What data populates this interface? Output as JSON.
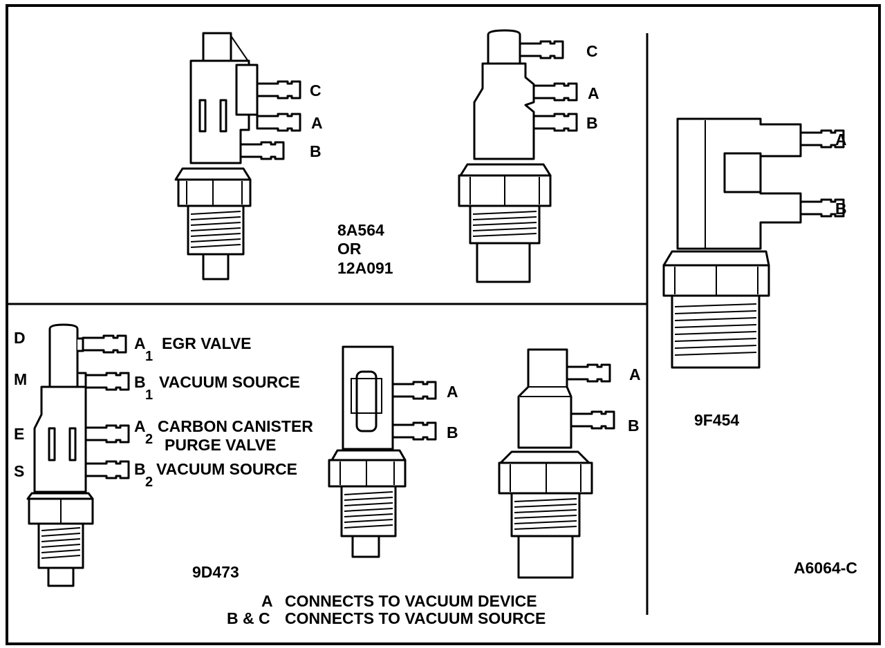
{
  "valve_top_left": {
    "ports": [
      "C",
      "A",
      "B"
    ]
  },
  "valve_top_middle": {
    "ports": [
      "C",
      "A",
      "B"
    ]
  },
  "top_part_numbers": [
    "8A564",
    "OR",
    "12A091"
  ],
  "valve_right": {
    "ports": [
      "A",
      "B"
    ],
    "part_number": "9F454"
  },
  "valve_bottom_left": {
    "side_letters": [
      "D",
      "M",
      "E",
      "S"
    ],
    "ports": [
      {
        "letter": "A",
        "sub": "1",
        "desc": "EGR VALVE"
      },
      {
        "letter": "B",
        "sub": "1",
        "desc": "VACUUM SOURCE"
      },
      {
        "letter": "A",
        "sub": "2",
        "desc": "CARBON CANISTER",
        "desc2": "PURGE VALVE"
      },
      {
        "letter": "B",
        "sub": "2",
        "desc": "VACUUM SOURCE"
      }
    ],
    "part_number": "9D473"
  },
  "valve_bottom_middle": {
    "ports": [
      "A",
      "B"
    ]
  },
  "valve_bottom_right": {
    "ports": [
      "A",
      "B"
    ]
  },
  "legend": {
    "line1_key": "A",
    "line1_text": "CONNECTS TO VACUUM DEVICE",
    "line2_key": "B & C",
    "line2_text": "CONNECTS TO VACUUM SOURCE"
  },
  "figure_code": "A6064-C"
}
